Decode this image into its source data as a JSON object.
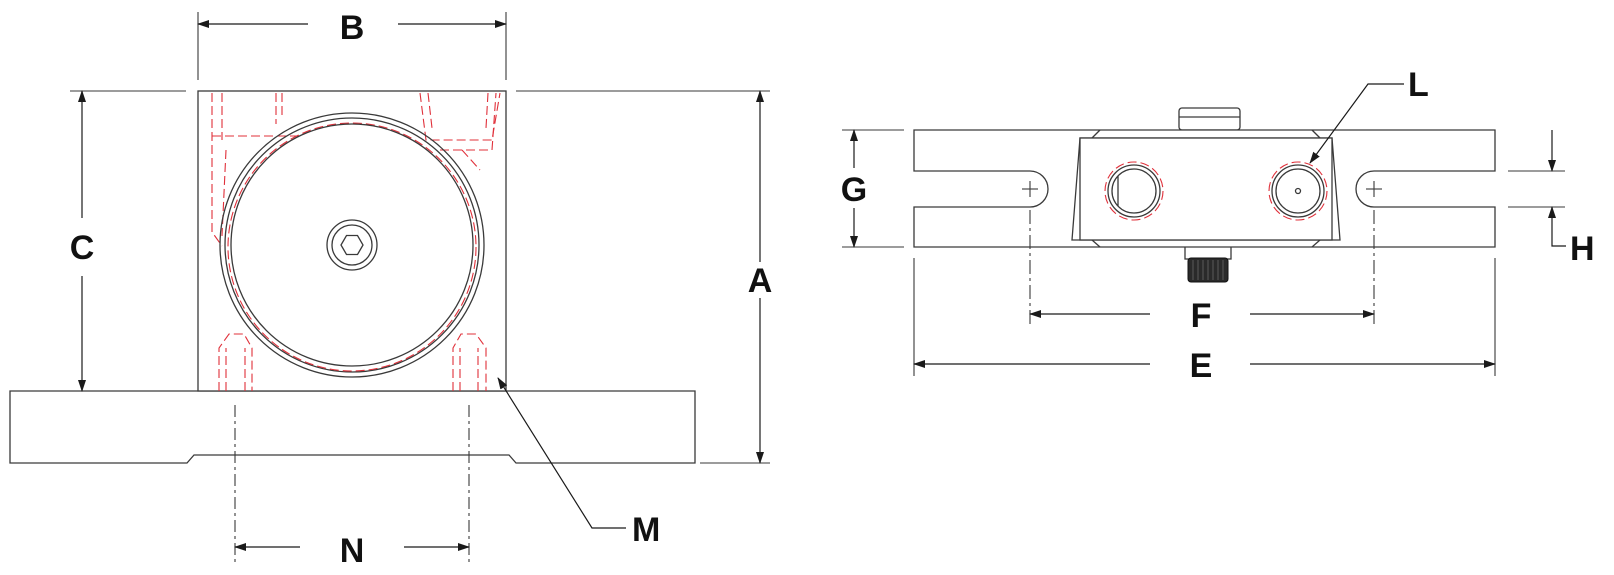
{
  "colors": {
    "outline": "#3a3a3a",
    "hidden_line": "#e0303a",
    "dimension": "#1a1a1a",
    "background": "#ffffff"
  },
  "front_view": {
    "labels": {
      "a": "A",
      "b": "B",
      "c": "C",
      "m": "M",
      "n": "N"
    }
  },
  "top_view": {
    "labels": {
      "e": "E",
      "f": "F",
      "g": "G",
      "h": "H",
      "l": "L"
    }
  }
}
